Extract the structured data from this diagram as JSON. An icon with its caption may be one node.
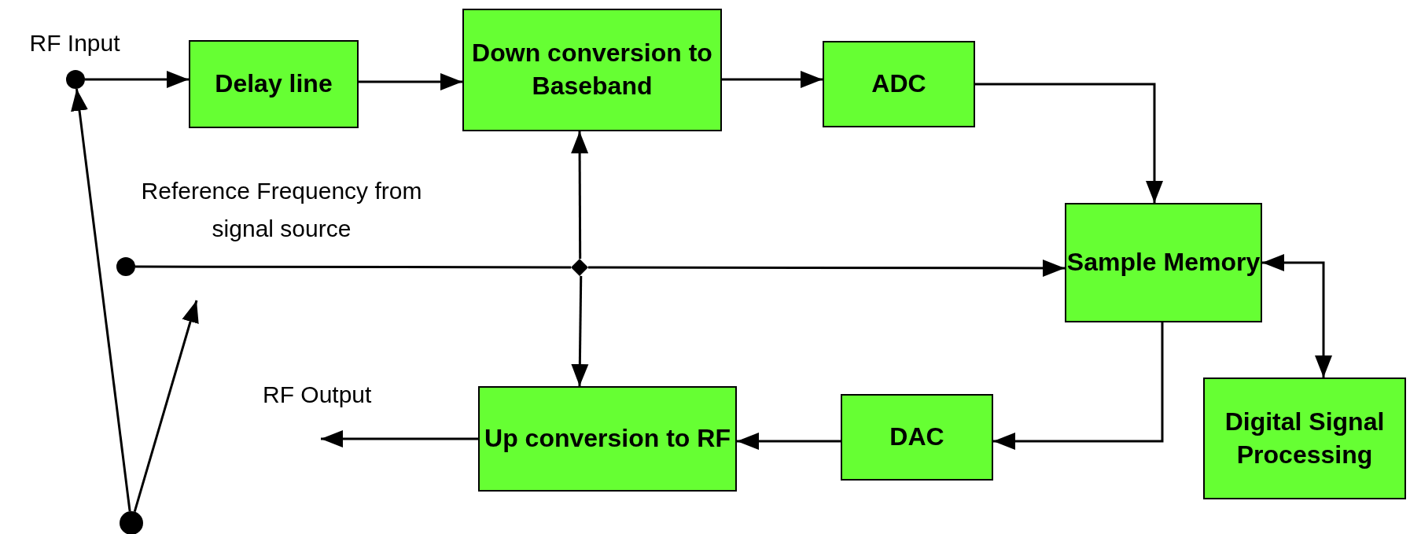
{
  "diagram": {
    "nodes": [
      {
        "text": [],
        "shape": "circle",
        "beside": [
          "RF Input"
        ]
      },
      {
        "text": [
          "Delay line"
        ]
      },
      {
        "text": [
          "Down conversion to Baseband"
        ]
      },
      {
        "text": [
          "ADC"
        ]
      },
      {
        "text": [],
        "shape": "circle",
        "beside": [
          "Reference Frequency from signal source"
        ]
      },
      {
        "text": [],
        "shape": "diamond"
      },
      {
        "text": [
          "Sample Memory"
        ]
      },
      {
        "text": [
          "Up conversion to RF"
        ]
      },
      {
        "text": [
          "DAC"
        ]
      },
      {
        "text": [
          "Digital Signal Processing"
        ]
      },
      {
        "text": [],
        "shape": "circle"
      }
    ],
    "edges": [
      {
        "from": 0,
        "to": 1,
        "arrow": "to"
      },
      {
        "from": 1,
        "to": 2,
        "arrow": "to"
      },
      {
        "from": 2,
        "to": 3,
        "arrow": "to"
      },
      {
        "from": 3,
        "to": 6,
        "arrow": "to"
      },
      {
        "from": 4,
        "to": 5,
        "arrow": "none"
      },
      {
        "from": 5,
        "to": 2,
        "arrow": "to"
      },
      {
        "from": 5,
        "to": 7,
        "arrow": "to"
      },
      {
        "from": 5,
        "to": 6,
        "arrow": "to"
      },
      {
        "from": 6,
        "to": 8,
        "arrow": "to"
      },
      {
        "from": 8,
        "to": 7,
        "arrow": "to"
      },
      {
        "from": 7,
        "to": null,
        "arrow": "to"
      },
      {
        "from": 6,
        "to": 9,
        "arrow": "both"
      },
      {
        "from": 10,
        "to": 0,
        "arrow": "to"
      },
      {
        "from": 10,
        "to": 4,
        "arrow": "to"
      }
    ],
    "labels": [
      "RF Output"
    ]
  }
}
